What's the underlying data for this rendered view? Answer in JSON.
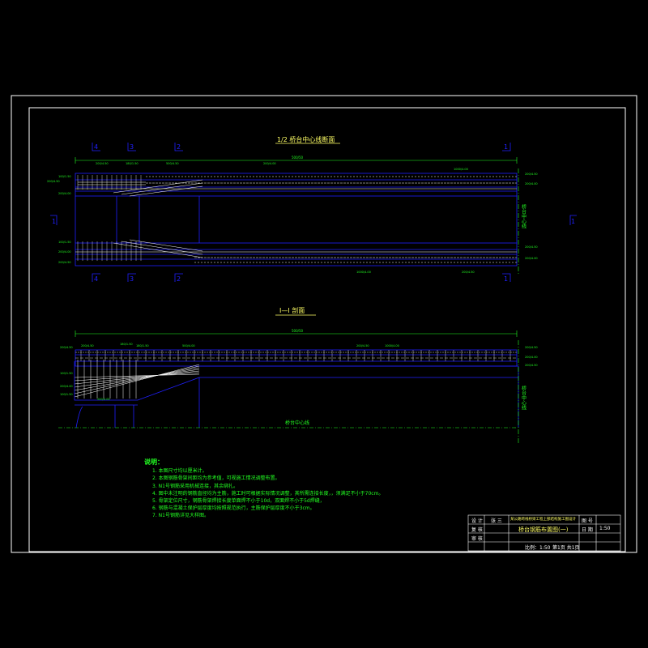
{
  "drawing": {
    "plan_title": "1/2  桥台中心线断面",
    "section_title": "Ⅰ—Ⅰ  剖面",
    "axis_label_vertical": "桥台中心线",
    "axis_label_horizontal": "桥台中心线",
    "section_marks": [
      "4",
      "3",
      "2",
      "1"
    ],
    "section_side_mark": "1",
    "top_dim": "500/50",
    "section_dim": "500/50",
    "plan_dims": [
      "200/4.50",
      "180/1.50",
      "500/4.50",
      "200/4.00",
      "1000/4.00",
      "1000/4.00",
      "200/4.50"
    ],
    "section_dims": [
      "200/4.50",
      "180/1.50",
      "180/1.50",
      "500/4.00",
      "200/4.50",
      "1000/4.00"
    ],
    "elev_labels_left": [
      "200/4.50",
      "100/1.50",
      "200/4.00",
      "100/1.50",
      "200/4.00",
      "200/4.50"
    ],
    "elev_labels_right": [
      "200/4.50",
      "200/4.00",
      "200/4.50",
      "200/4.00"
    ]
  },
  "notes": {
    "heading": "说明：",
    "items": [
      "1. 本图尺寸均以厘米计。",
      "2. 本图钢筋骨架间距均为参考值，可视施工情况调整布置。",
      "3. N1号钢筋采用机械连接，其余绑扎。",
      "4. 图中未注明的钢筋直径均为主筋，施工时可根据实际情况调整，其所需连接长度，，须满足不小于70cm。",
      "5. 骨架定位尺寸，钢筋骨架焊接长度单面焊不小于10d，双面焊不小于5d焊缝，",
      "6. 钢筋与混凝土保护层厚度均按照规范执行，主筋保护层厚度不小于3cm。",
      "7. N1号钢筋详见大样图。"
    ]
  },
  "title_block": {
    "designer_label": "设 计",
    "checker_label": "复 核",
    "reviewer_label": "审 核",
    "designer_value": "张 三",
    "project_name": "某公路跨线桥梁工程上部结构施工图设计",
    "drawing_title": "桥台钢筋布置图(一)",
    "drawing_no_label": "图 号",
    "date_label": "日 期",
    "date_value": "1:50",
    "scale_label": "比例：1:50",
    "sheet_label": "第1页 共1页"
  },
  "colors": {
    "frame": "#ffffff",
    "structure": "#2020ff",
    "title": "#ffff66",
    "axis": "#22ff22",
    "rebar": "#ffffff",
    "dims": "#22ff22"
  }
}
